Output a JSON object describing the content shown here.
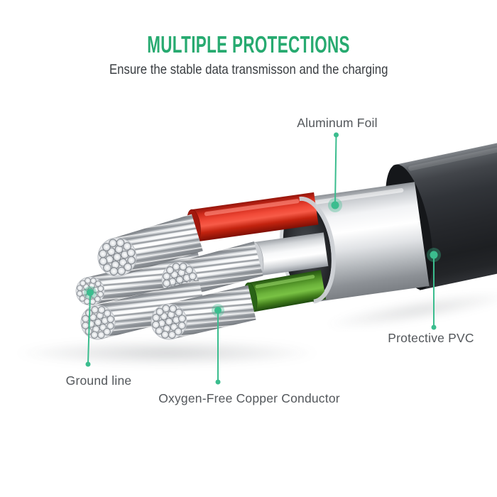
{
  "page": {
    "background_color": "#ffffff"
  },
  "header": {
    "title": "MULTIPLE PROTECTIONS",
    "subtitle": "Ensure the stable data transmisson and the charging"
  },
  "annotations": {
    "aluminum_foil": {
      "label": "Aluminum Foil"
    },
    "protective_pvc": {
      "label": "Protective PVC"
    },
    "ground_line": {
      "label": "Ground line"
    },
    "copper_conductor": {
      "label": "Oxygen-Free Copper Conductor"
    }
  },
  "colors": {
    "title_green": "#27aa70",
    "leader_green": "#3bbd8e",
    "label_gray": "#53575b",
    "subtitle_gray": "#3a3e42",
    "jacket_dark": "#26282c",
    "foil_silver": "#d9dcdf",
    "wire_red": "#e23a2b",
    "wire_white": "#f2f3f5",
    "wire_green": "#5aa335",
    "strand_silver": "#e4e6e9"
  }
}
